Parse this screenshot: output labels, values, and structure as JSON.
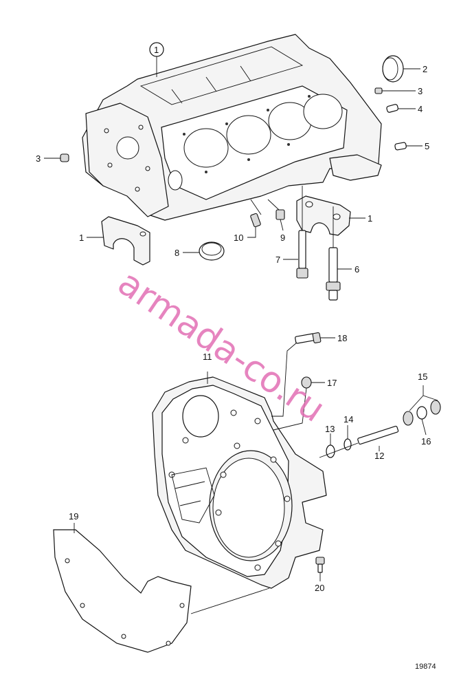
{
  "callouts": {
    "c1_top": "1",
    "c2": "2",
    "c3_right": "3",
    "c3_left": "3",
    "c4": "4",
    "c5": "5",
    "c1_left": "1",
    "c1_right": "1",
    "c10": "10",
    "c9": "9",
    "c8": "8",
    "c7": "7",
    "c6": "6",
    "c18": "18",
    "c11": "11",
    "c17": "17",
    "c15": "15",
    "c13": "13",
    "c14": "14",
    "c12": "12",
    "c16": "16",
    "c19": "19",
    "c20": "20"
  },
  "watermark": "armada-co.ru",
  "drawing_number": "19874"
}
